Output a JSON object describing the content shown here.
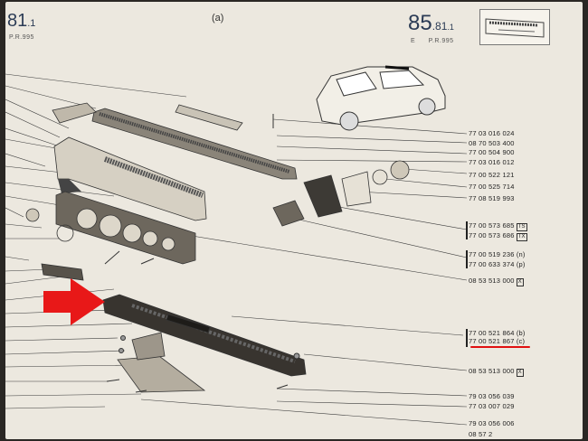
{
  "header": {
    "left_ref_main": "81",
    "left_ref_sub": ".1",
    "left_pr": "P.R.995",
    "view_label": "(a)",
    "right_ref_prefix": "85",
    "right_ref_main": ".81",
    "right_ref_sub": ".1",
    "right_pr_code": "E",
    "right_pr": "P.R.995"
  },
  "parts": [
    {
      "ref": "77 03 016 024"
    },
    {
      "ref": "08 70 503 400"
    },
    {
      "ref": "77 00 504 900"
    },
    {
      "ref": "77 03 016 012"
    },
    {
      "ref": "77 00 522 121"
    },
    {
      "ref": "77 00 525 714"
    },
    {
      "ref": "77 08 519 993"
    },
    {
      "ref": "77 00 573 685",
      "tag": "TS"
    },
    {
      "ref": "77 00 573 686",
      "tag": "TX"
    },
    {
      "ref": "77 00 519 236 (n)"
    },
    {
      "ref": "77 00 633 374 (p)"
    },
    {
      "ref": "08 53 513 000",
      "tag": "X"
    },
    {
      "ref": "77 00 521 864  (b)"
    },
    {
      "ref": "77 00 521 867  (c)"
    },
    {
      "ref": "08 53 513 000",
      "tag": "X"
    },
    {
      "ref": "79 03 056 039"
    },
    {
      "ref": "77 03 007 029"
    },
    {
      "ref": "79 03 056 006"
    },
    {
      "ref": "08 57 2"
    }
  ],
  "colors": {
    "page": "#ece8df",
    "ink": "#2b2b2b",
    "highlight_arrow": "#e81818",
    "underline": "#e01010"
  },
  "icons": {
    "arrow": "red-arrow-icon",
    "car": "car-silhouette-icon"
  }
}
